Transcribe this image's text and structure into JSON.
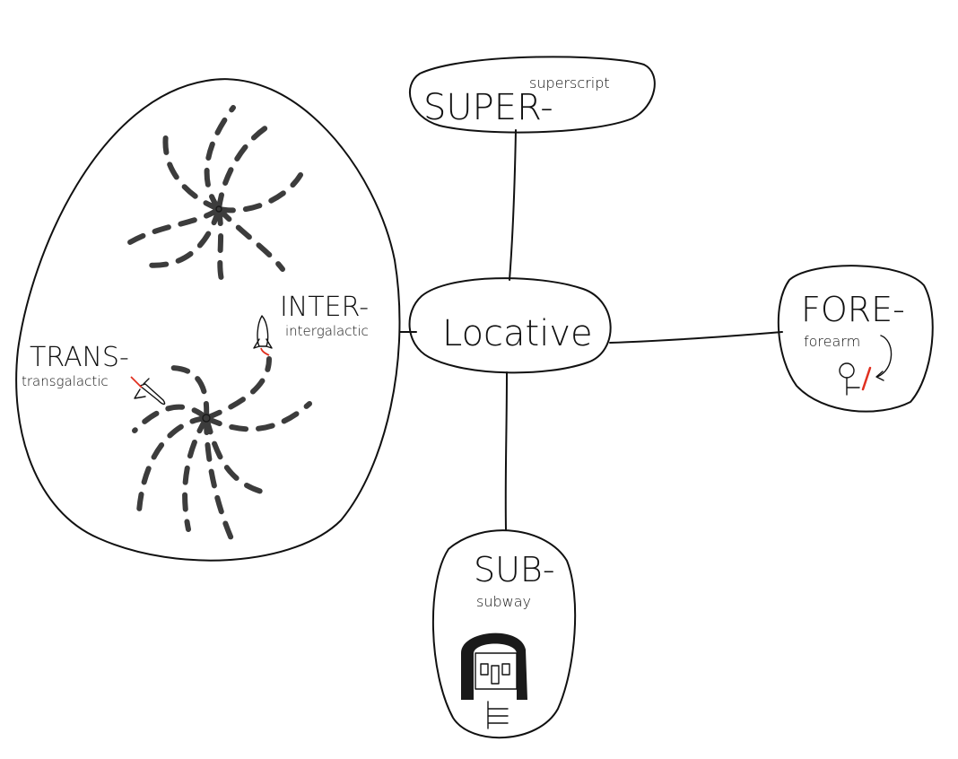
{
  "center": {
    "label": "Locative"
  },
  "nodes": {
    "super": {
      "prefix": "SUPER-",
      "example": "superscript"
    },
    "fore": {
      "prefix": "FORE-",
      "example": "forearm"
    },
    "sub": {
      "prefix": "SUB-",
      "example": "subway"
    },
    "inter": {
      "prefix": "INTER-",
      "example": "intergalactic"
    },
    "trans": {
      "prefix": "TRANS-",
      "example": "transgalactic"
    }
  },
  "colors": {
    "ink": "#111111",
    "accent": "#e03020"
  }
}
